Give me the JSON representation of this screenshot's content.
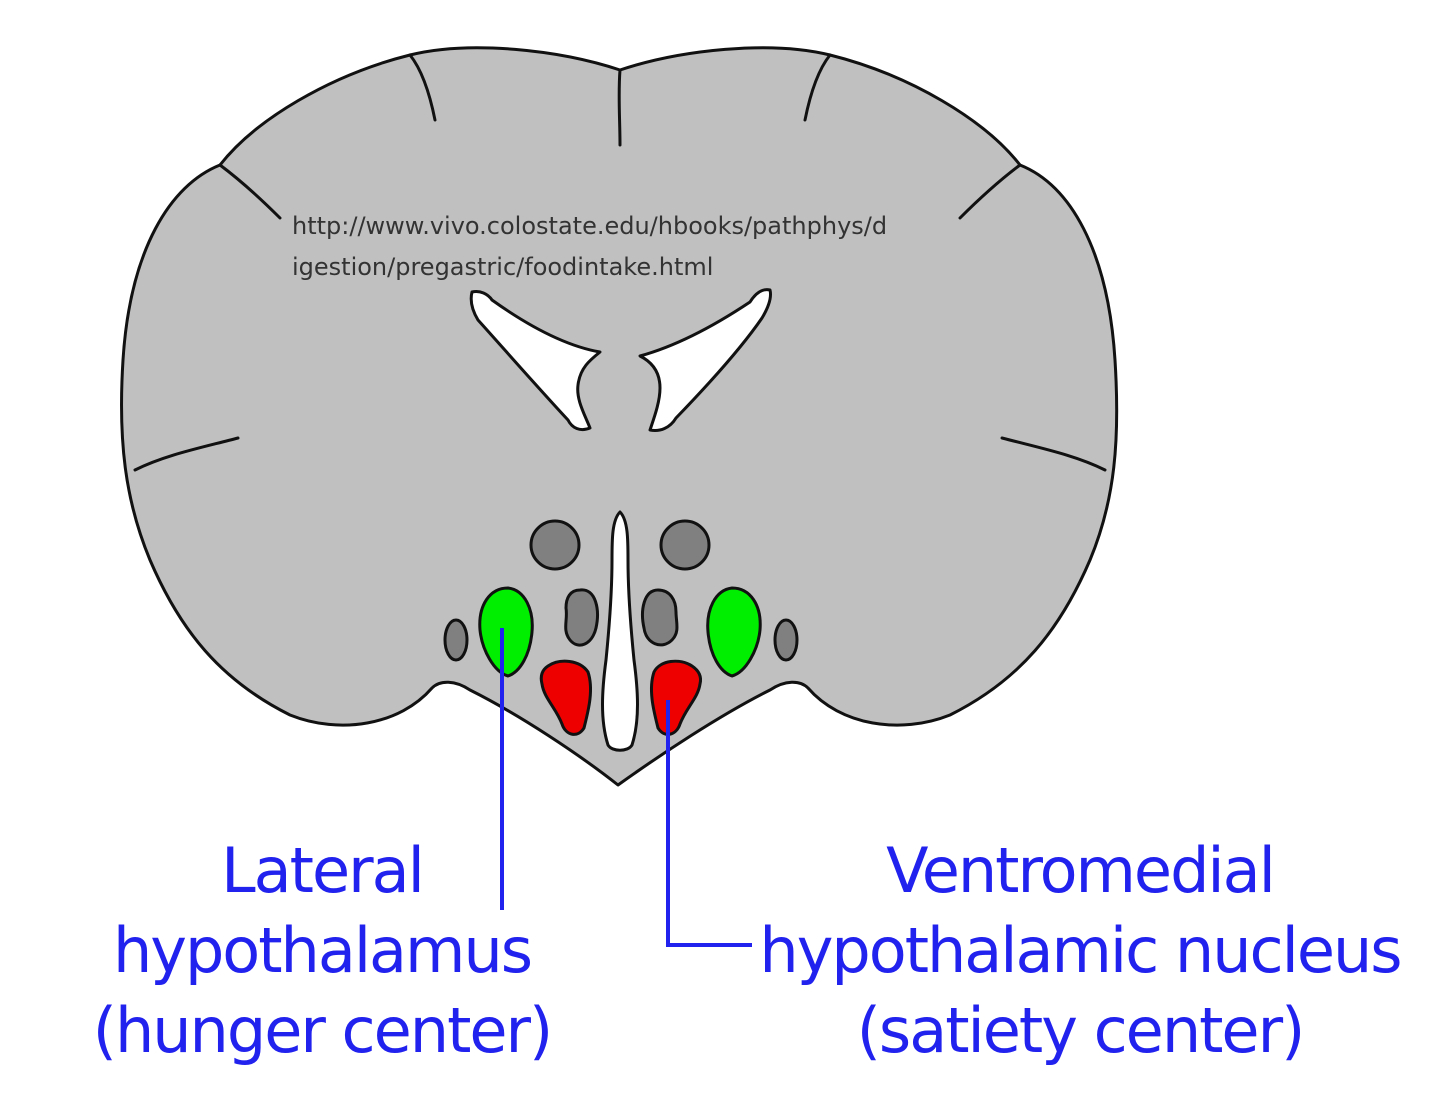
{
  "source_url": {
    "line1": "http://www.vivo.colostate.edu/hbooks/pathphys/d",
    "line2": "igestion/pregastric/foodintake.html"
  },
  "labels": {
    "lateral": {
      "line1": "Lateral",
      "line2": "hypothalamus",
      "line3": "(hunger center)"
    },
    "ventromedial": {
      "line1": "Ventromedial",
      "line2": "hypothalamic nucleus",
      "line3": "(satiety center)"
    }
  },
  "colors": {
    "brain_fill": "#c0c0c0",
    "outline": "#111111",
    "ventricle": "#ffffff",
    "nucleus_gray": "#808080",
    "lateral_hypothalamus": "#00ee00",
    "ventromedial_nucleus": "#ee0000",
    "label_text": "#2222ee",
    "leader_line": "#2222ee"
  }
}
